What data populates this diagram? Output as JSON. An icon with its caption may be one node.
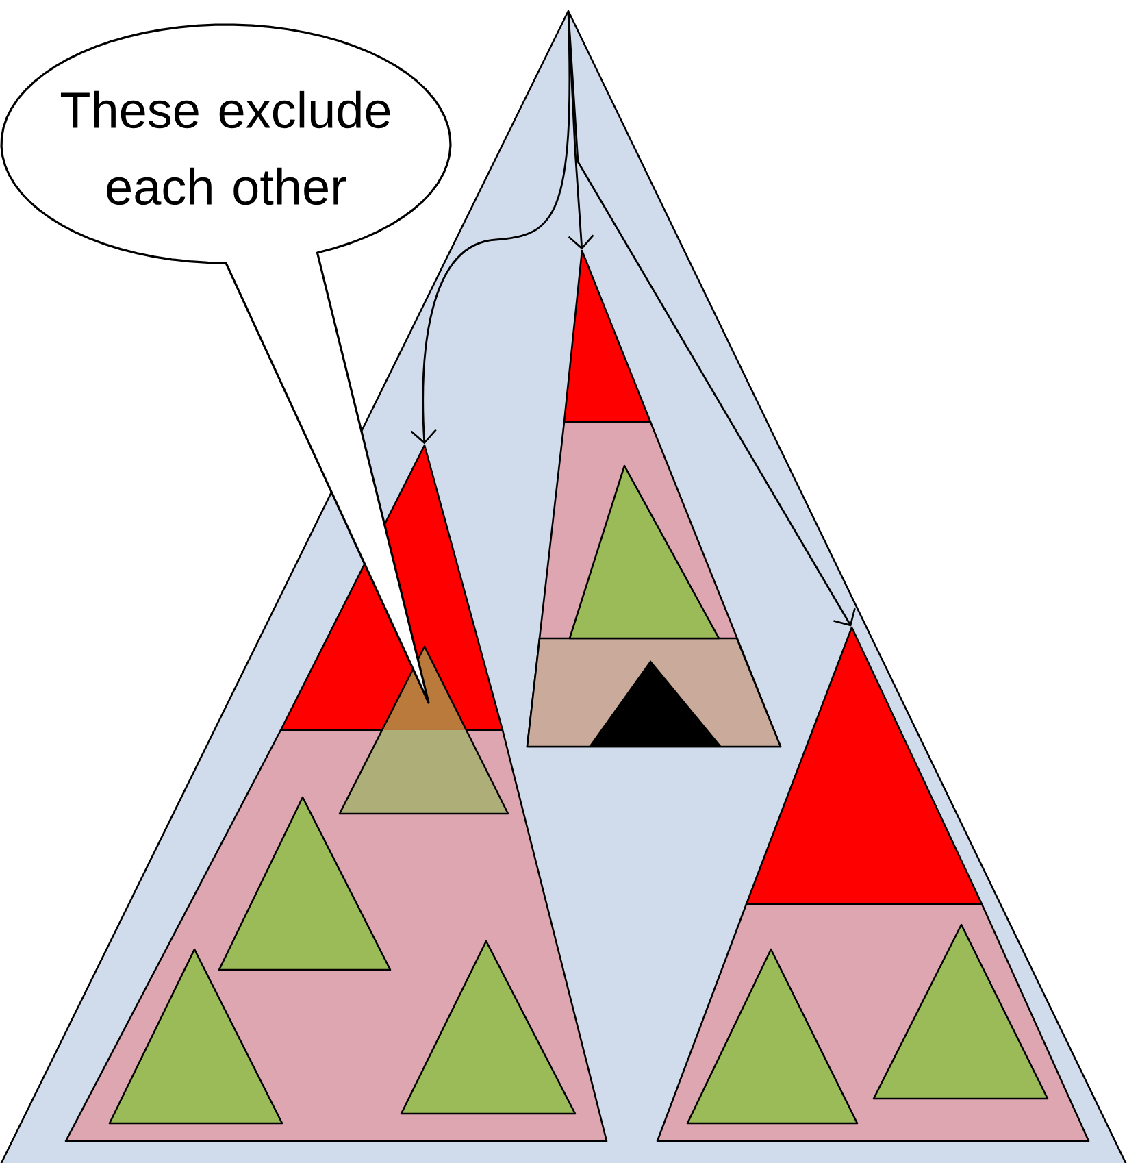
{
  "diagram": {
    "nodes": [
      {
        "text": [
          "These exclude each other"
        ]
      },
      {
        "text": [],
        "shape": "triangle"
      },
      {
        "text": [],
        "shape": "triangle",
        "in": 1
      },
      {
        "text": [],
        "shape": "triangle",
        "in": 1
      },
      {
        "text": [],
        "shape": "triangle",
        "in": 1
      }
    ],
    "edges": [
      {
        "from": 1,
        "to": 2,
        "arrow": "to"
      },
      {
        "from": 1,
        "to": 3,
        "arrow": "to"
      },
      {
        "from": 1,
        "to": 4,
        "arrow": "to"
      }
    ]
  }
}
